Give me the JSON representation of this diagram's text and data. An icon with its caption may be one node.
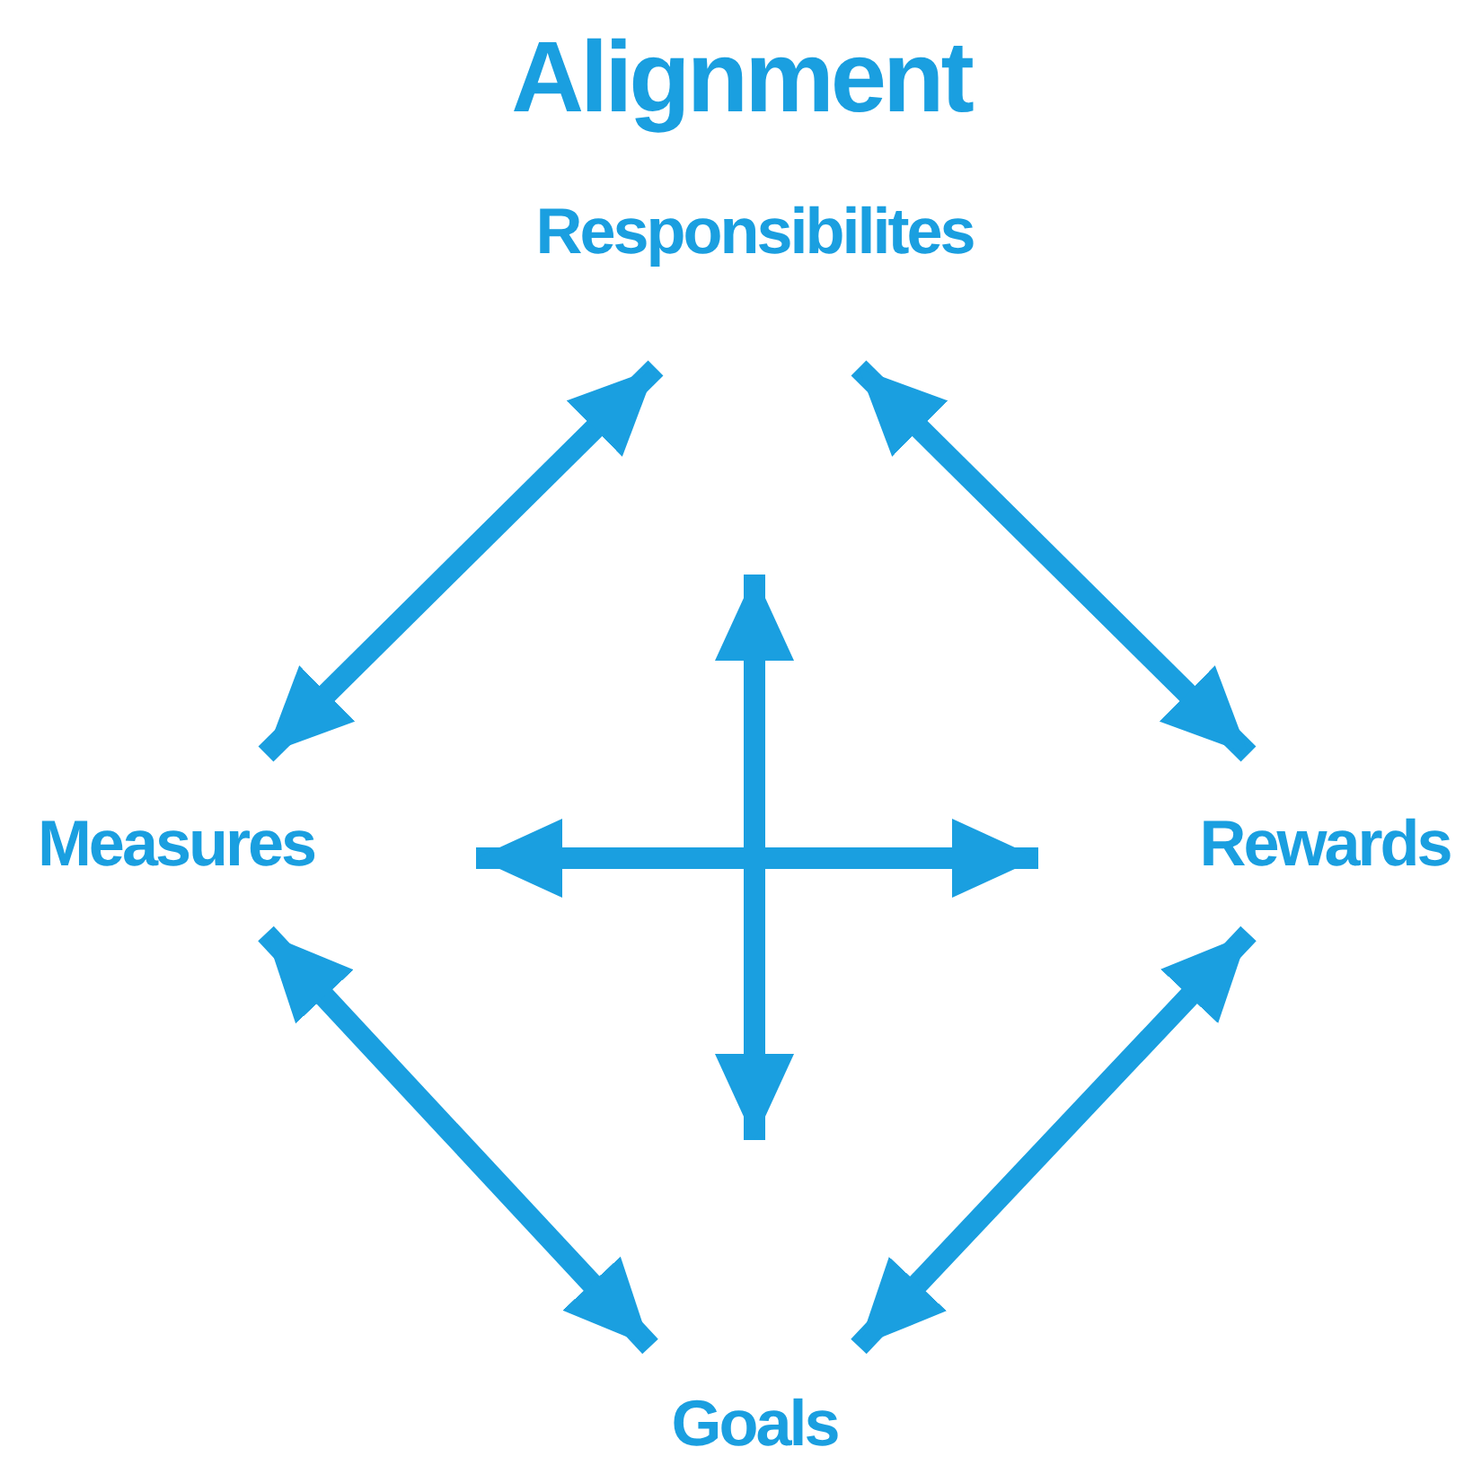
{
  "diagram": {
    "title": "Alignment",
    "nodes": [
      {
        "text": [
          "Responsibilites"
        ]
      },
      {
        "text": [
          "Measures"
        ]
      },
      {
        "text": [
          "Rewards"
        ]
      },
      {
        "text": [
          "Goals"
        ]
      }
    ],
    "edges": [
      {
        "from": 0,
        "to": 1,
        "arrow": "both"
      },
      {
        "from": 0,
        "to": 2,
        "arrow": "both"
      },
      {
        "from": 1,
        "to": 3,
        "arrow": "both"
      },
      {
        "from": 2,
        "to": 3,
        "arrow": "both"
      }
    ]
  }
}
